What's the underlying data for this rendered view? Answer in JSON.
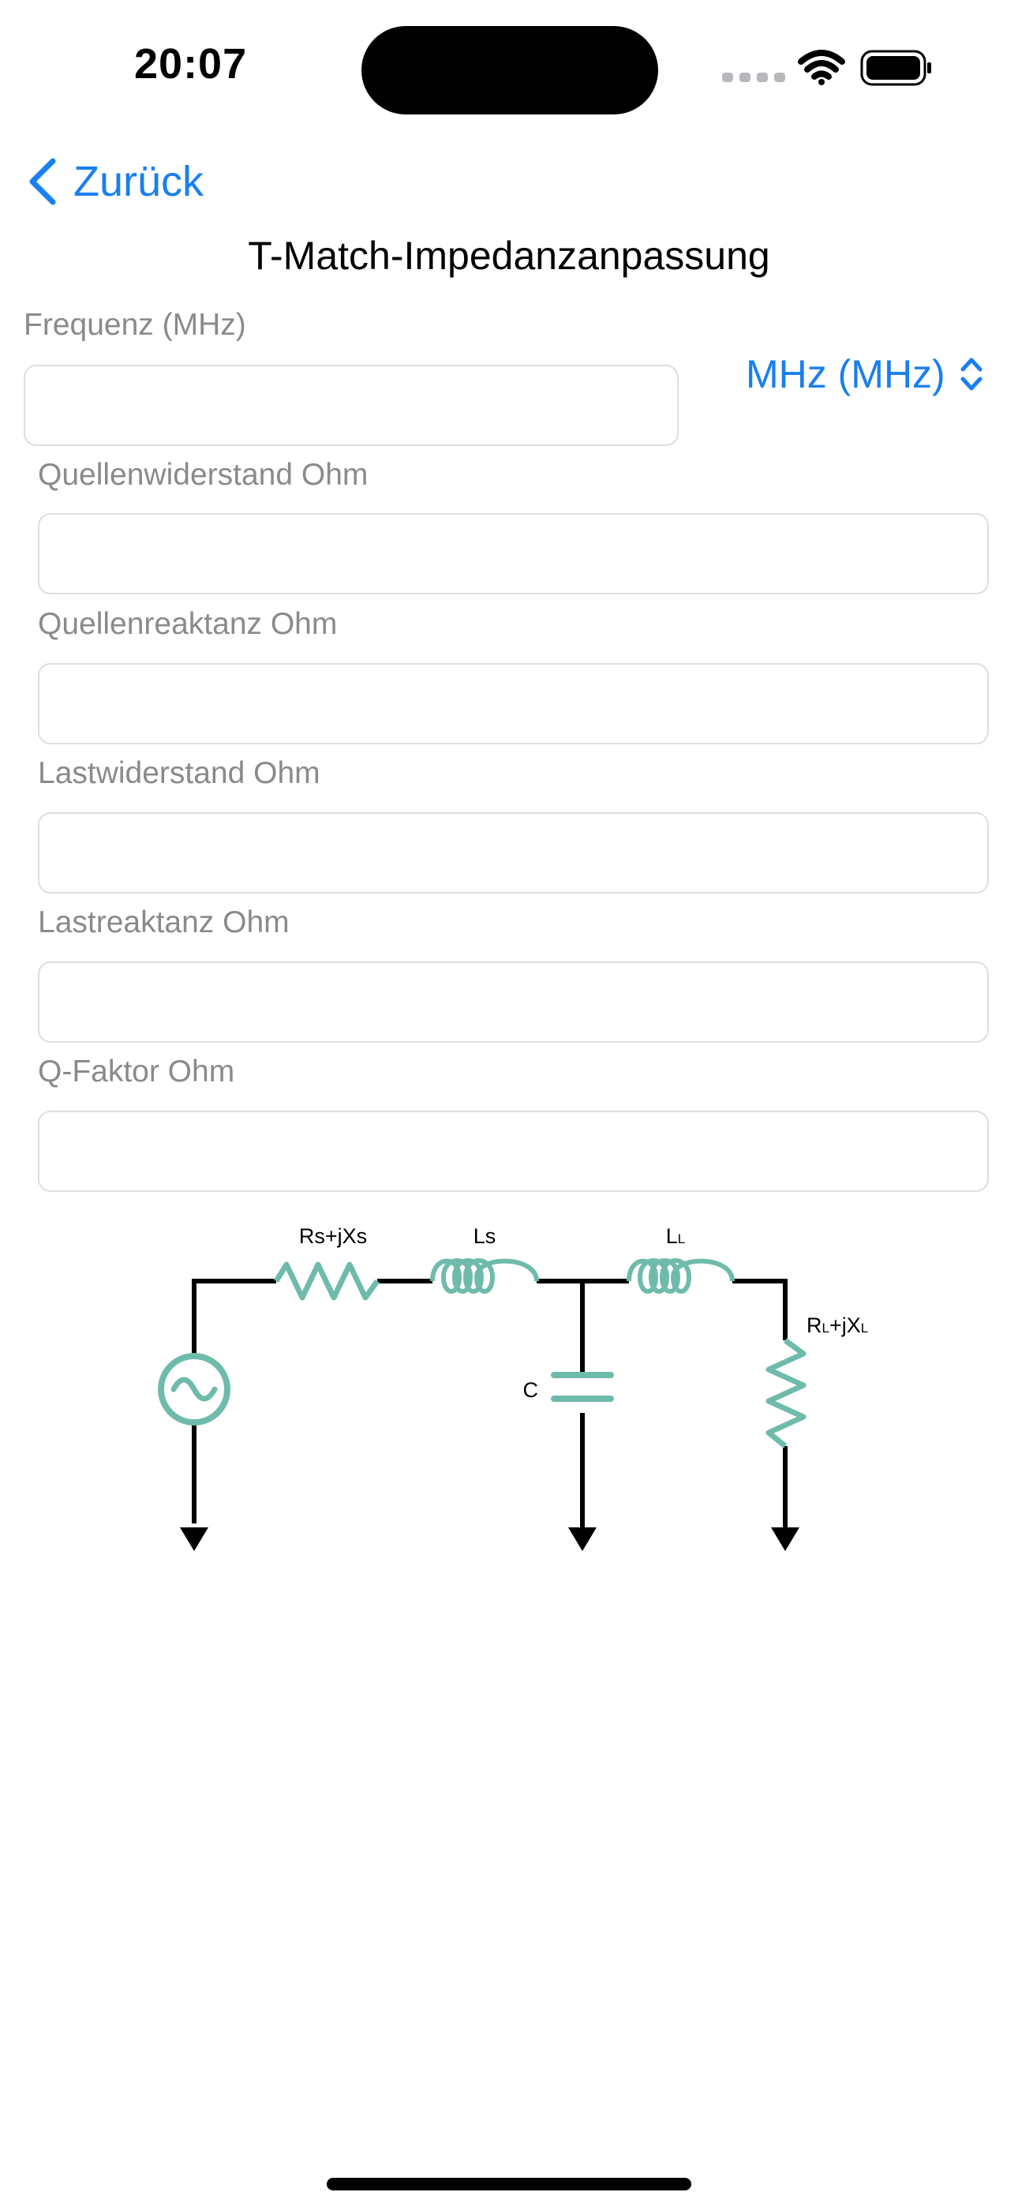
{
  "status_bar": {
    "time": "20:07",
    "icons": [
      "cellular-dots-icon",
      "wifi-icon",
      "battery-icon"
    ]
  },
  "nav": {
    "back_label": "Zurück",
    "title": "T-Match-Impedanzanpassung"
  },
  "form": {
    "frequency": {
      "label": "Frequenz (MHz)",
      "value": ""
    },
    "unit_picker": {
      "selected": "MHz (MHz)"
    },
    "source_resistance": {
      "label": "Quellenwiderstand Ohm",
      "value": ""
    },
    "source_reactance": {
      "label": "Quellenreaktanz Ohm",
      "value": ""
    },
    "load_resistance": {
      "label": "Lastwiderstand Ohm",
      "value": ""
    },
    "load_reactance": {
      "label": "Lastreaktanz Ohm",
      "value": ""
    },
    "q_factor": {
      "label": "Q-Faktor Ohm",
      "value": ""
    }
  },
  "circuit": {
    "source_impedance": {
      "main": "Rs+jXs"
    },
    "ls_label": {
      "main": "Ls"
    },
    "ll_label": {
      "main": "L",
      "sub": "L"
    },
    "c_label": {
      "main": "C"
    },
    "load_impedance": {
      "main": "R",
      "sub1": "L",
      "mid": "+jX",
      "sub2": "L"
    },
    "accent_color": "#6fbbab",
    "wire_color": "#000000"
  },
  "colors": {
    "accent": "#1a7ff0",
    "label_gray": "#8a8a8e",
    "input_border": "#dedee2"
  }
}
